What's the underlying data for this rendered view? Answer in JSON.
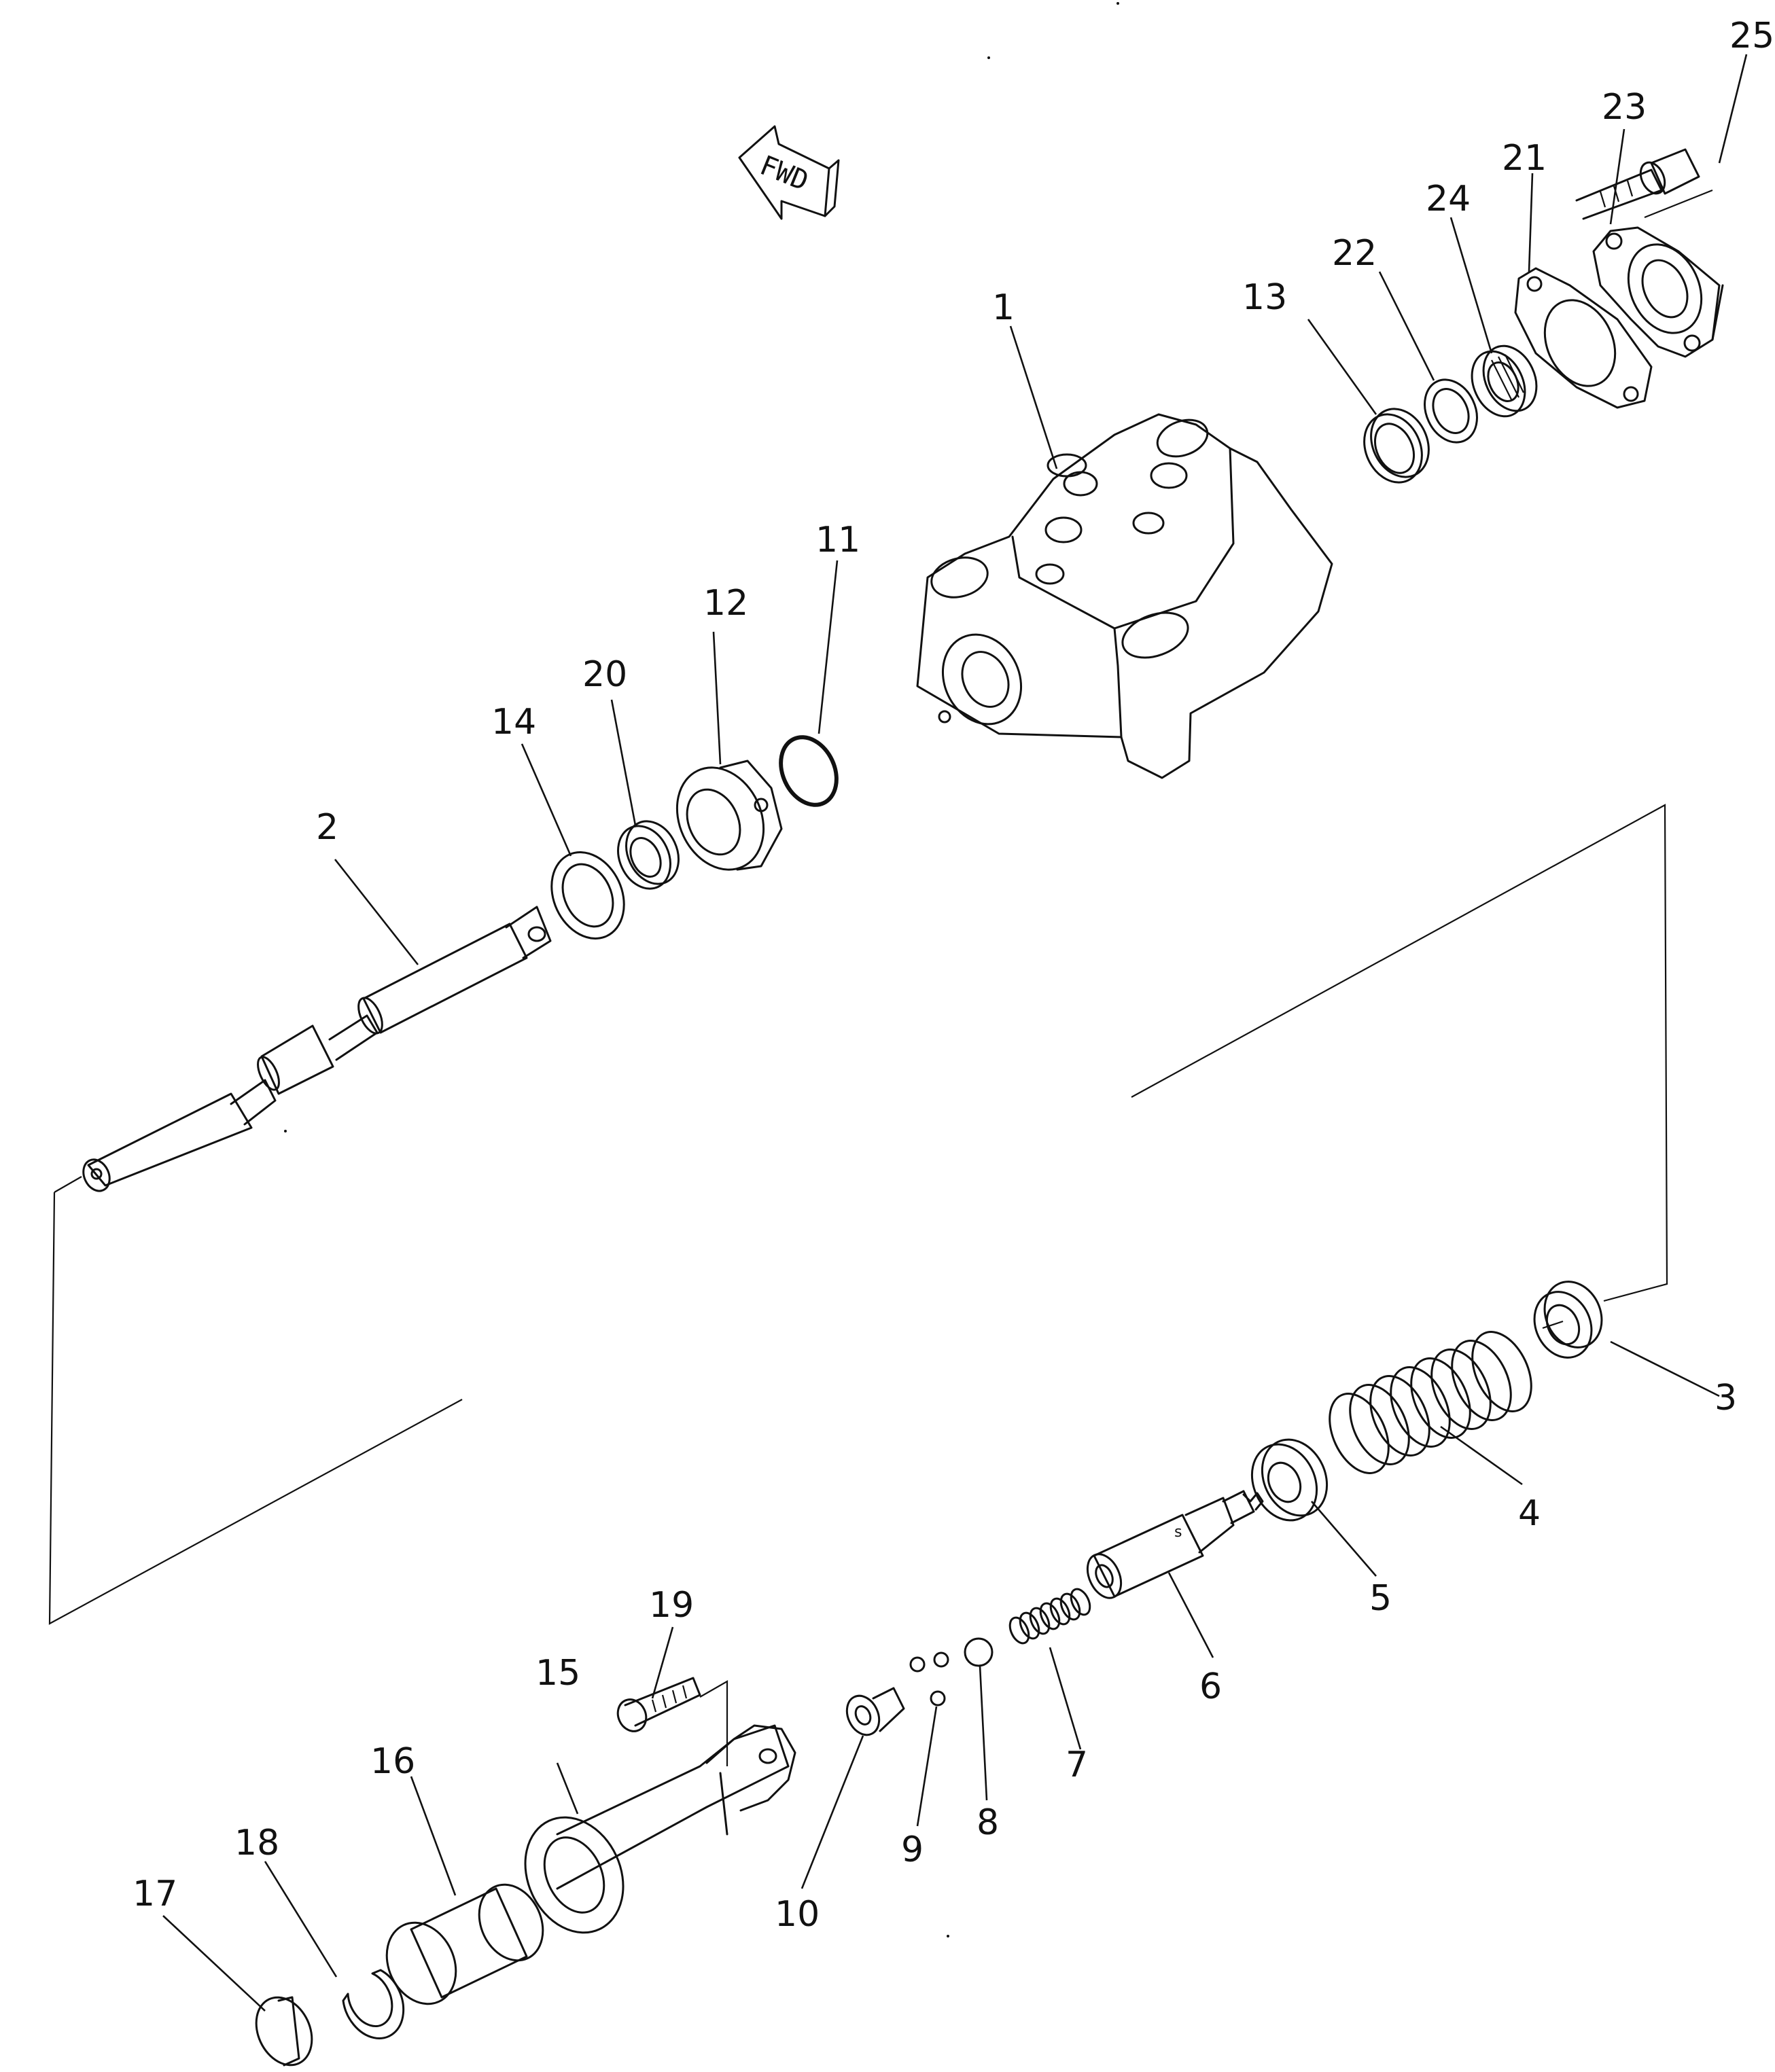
{
  "diagram": {
    "direction_arrow_label": "FWD",
    "callouts": [
      "1",
      "2",
      "3",
      "4",
      "5",
      "6",
      "7",
      "8",
      "9",
      "10",
      "11",
      "12",
      "13",
      "14",
      "15",
      "16",
      "17",
      "18",
      "19",
      "20",
      "21",
      "22",
      "23",
      "24",
      "25"
    ]
  }
}
